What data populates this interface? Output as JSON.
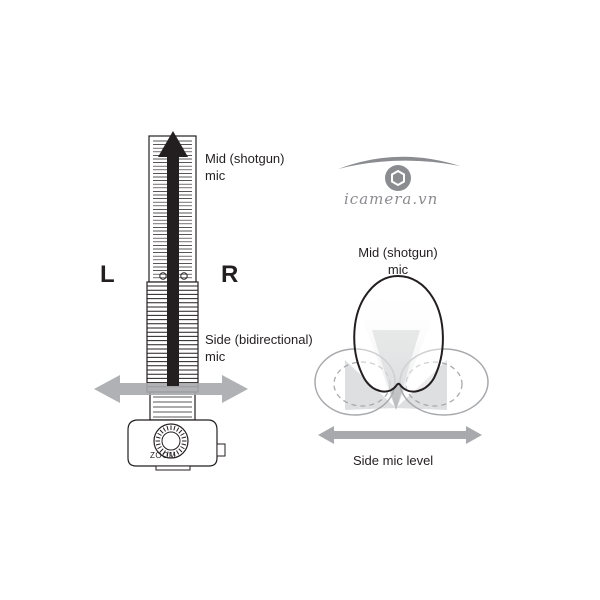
{
  "labels": {
    "mid_mic_left": [
      "Mid (shotgun)",
      "mic"
    ],
    "side_mic_left": [
      "Side (bidirectional)",
      "mic"
    ],
    "left_channel": "L",
    "right_channel": "R",
    "mid_mic_right": [
      "Mid (shotgun)",
      "mic"
    ],
    "side_level": "Side mic level",
    "device_brand": "ZOOM"
  },
  "watermark": "icamera.vn",
  "colors": {
    "ink": "#231f20",
    "arrow_gray": "#a7a9ac",
    "mic_gray": "#d1d3d4",
    "lobe_gray": "#c7c8ca",
    "watermark_gray": "#8a8c90"
  },
  "icons": {
    "watermark_logo": "hexagon-camera-lens-icon"
  }
}
